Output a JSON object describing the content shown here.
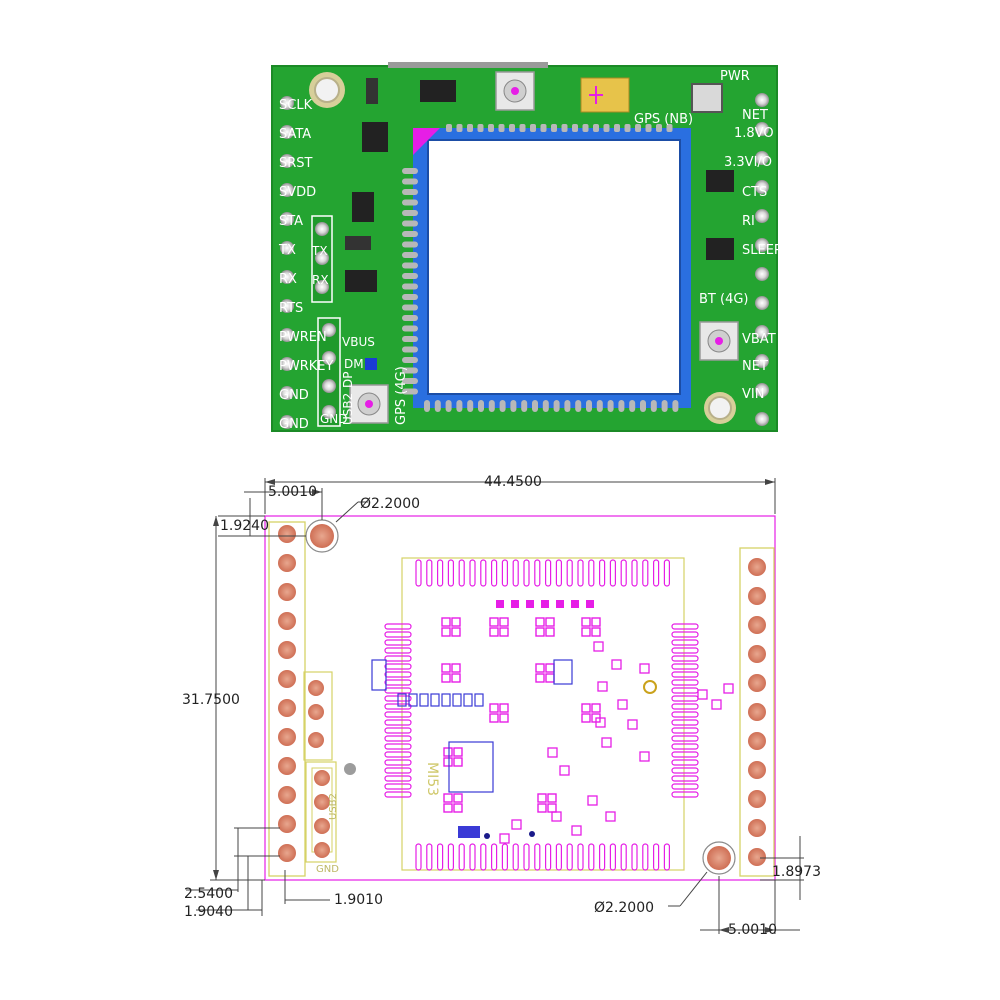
{
  "photo": {
    "left_labels": [
      "SCLK",
      "SATA",
      "SRST",
      "SVDD",
      "STA",
      "TX",
      "RX",
      "RTS",
      "PWREN",
      "PWRKEY",
      "GND",
      "GND"
    ],
    "right_labels": [
      "NET",
      "1.8VO",
      "3.3VI/O",
      "CTS",
      "RI",
      "SLEEP",
      "BT (4G)",
      "VBAT",
      "NET",
      "VIN"
    ],
    "inner_labels": {
      "tx": "TX",
      "rx": "RX",
      "vbus": "VBUS",
      "dm": "DM",
      "dp": "DP",
      "gnd": "GND",
      "usb2": "USB2",
      "gps_nb": "GPS (NB)",
      "gps_4g": "GPS (4G)",
      "pwr": "PWR"
    },
    "colors": {
      "board": "#24a431",
      "module": "#2a6fe0",
      "module_fill": "#ffffff",
      "pads": "#c9c9c9",
      "accent": "#e61ee6"
    }
  },
  "drawing": {
    "width_dim": "44.4500",
    "height_dim": "31.7500",
    "hole_diam_top": "Ø2.2000",
    "hole_diam_bottom": "Ø2.2000",
    "top_left_x": "5.0010",
    "top_left_y": "1.9240",
    "bottom_right_x": "5.0010",
    "bottom_right_y": "1.8973",
    "pin_pitch": "2.5400",
    "pin_edge": "1.9040",
    "header_offset": "1.9010",
    "ic_label": "MI53",
    "usb_label": "USB2",
    "gnd_label": "GND",
    "colors": {
      "outline": "#e61ee6",
      "silk": "#d6d266",
      "copper": "#d9826a",
      "text": "#222222"
    }
  }
}
